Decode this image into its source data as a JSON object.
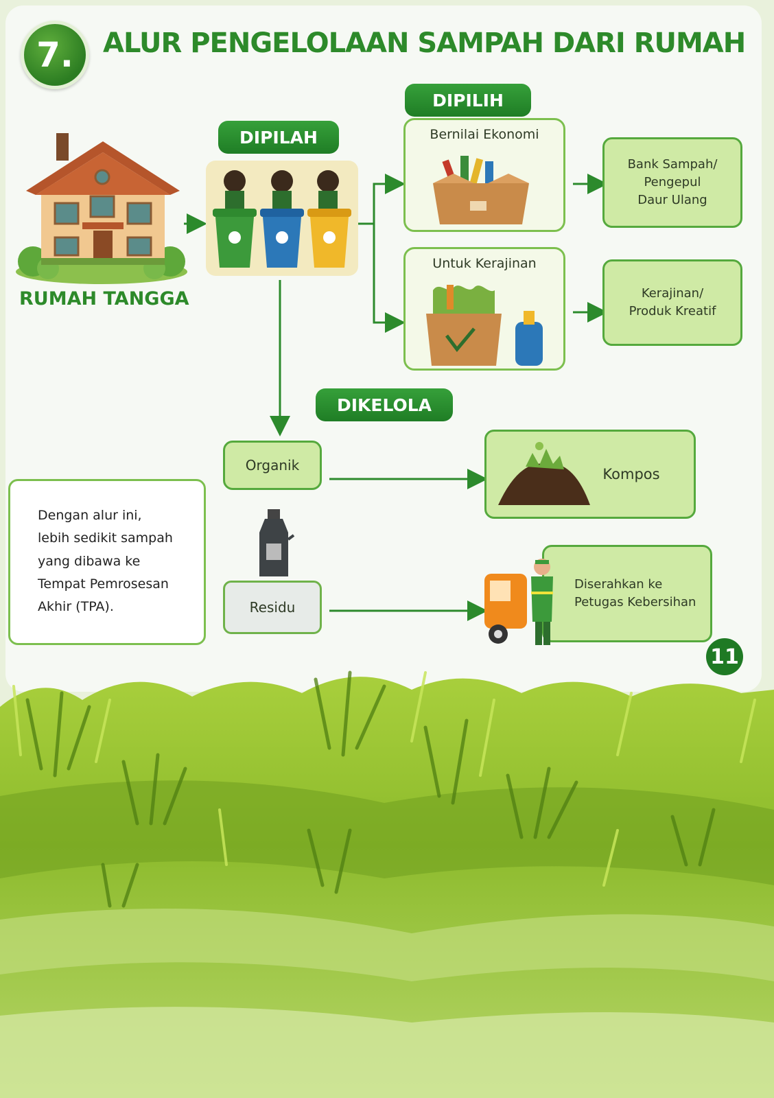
{
  "section_number": "7.",
  "title": "ALUR PENGELOLAAN SAMPAH DARI RUMAH",
  "house_label": "RUMAH TANGGA",
  "step_labels": {
    "sorted": "DIPILAH",
    "selected": "DIPILIH",
    "managed": "DIKELOLA"
  },
  "categories": {
    "economic": "Bernilai Ekonomi",
    "craft": "Untuk Kerajinan"
  },
  "destinations": {
    "bank": "Bank Sampah/\nPengepul\nDaur Ulang",
    "craft": "Kerajinan/\nProduk Kreatif",
    "compost": "Kompos",
    "officer": "Diserahkan ke\nPetugas Kebersihan"
  },
  "waste_types": {
    "organic": "Organik",
    "residue": "Residu"
  },
  "note": "Dengan alur ini,\nlebih sedikit sampah\nyang dibawa ke\nTempat Pemrosesan\n   Akhir (TPA).",
  "page_number": "11",
  "colors": {
    "primary_green": "#2d8a2a",
    "box_green": "#cfeaa5",
    "bin_green": "#3c9a3b",
    "bin_blue": "#2c78b8",
    "bin_yellow": "#f0b82a",
    "truck_orange": "#f08a1c"
  },
  "icons": [
    "house-icon",
    "recycle-bins-icon",
    "box-of-recyclables-icon",
    "craft-box-icon",
    "compost-pile-icon",
    "bottle-icon",
    "garbage-truck-icon"
  ]
}
